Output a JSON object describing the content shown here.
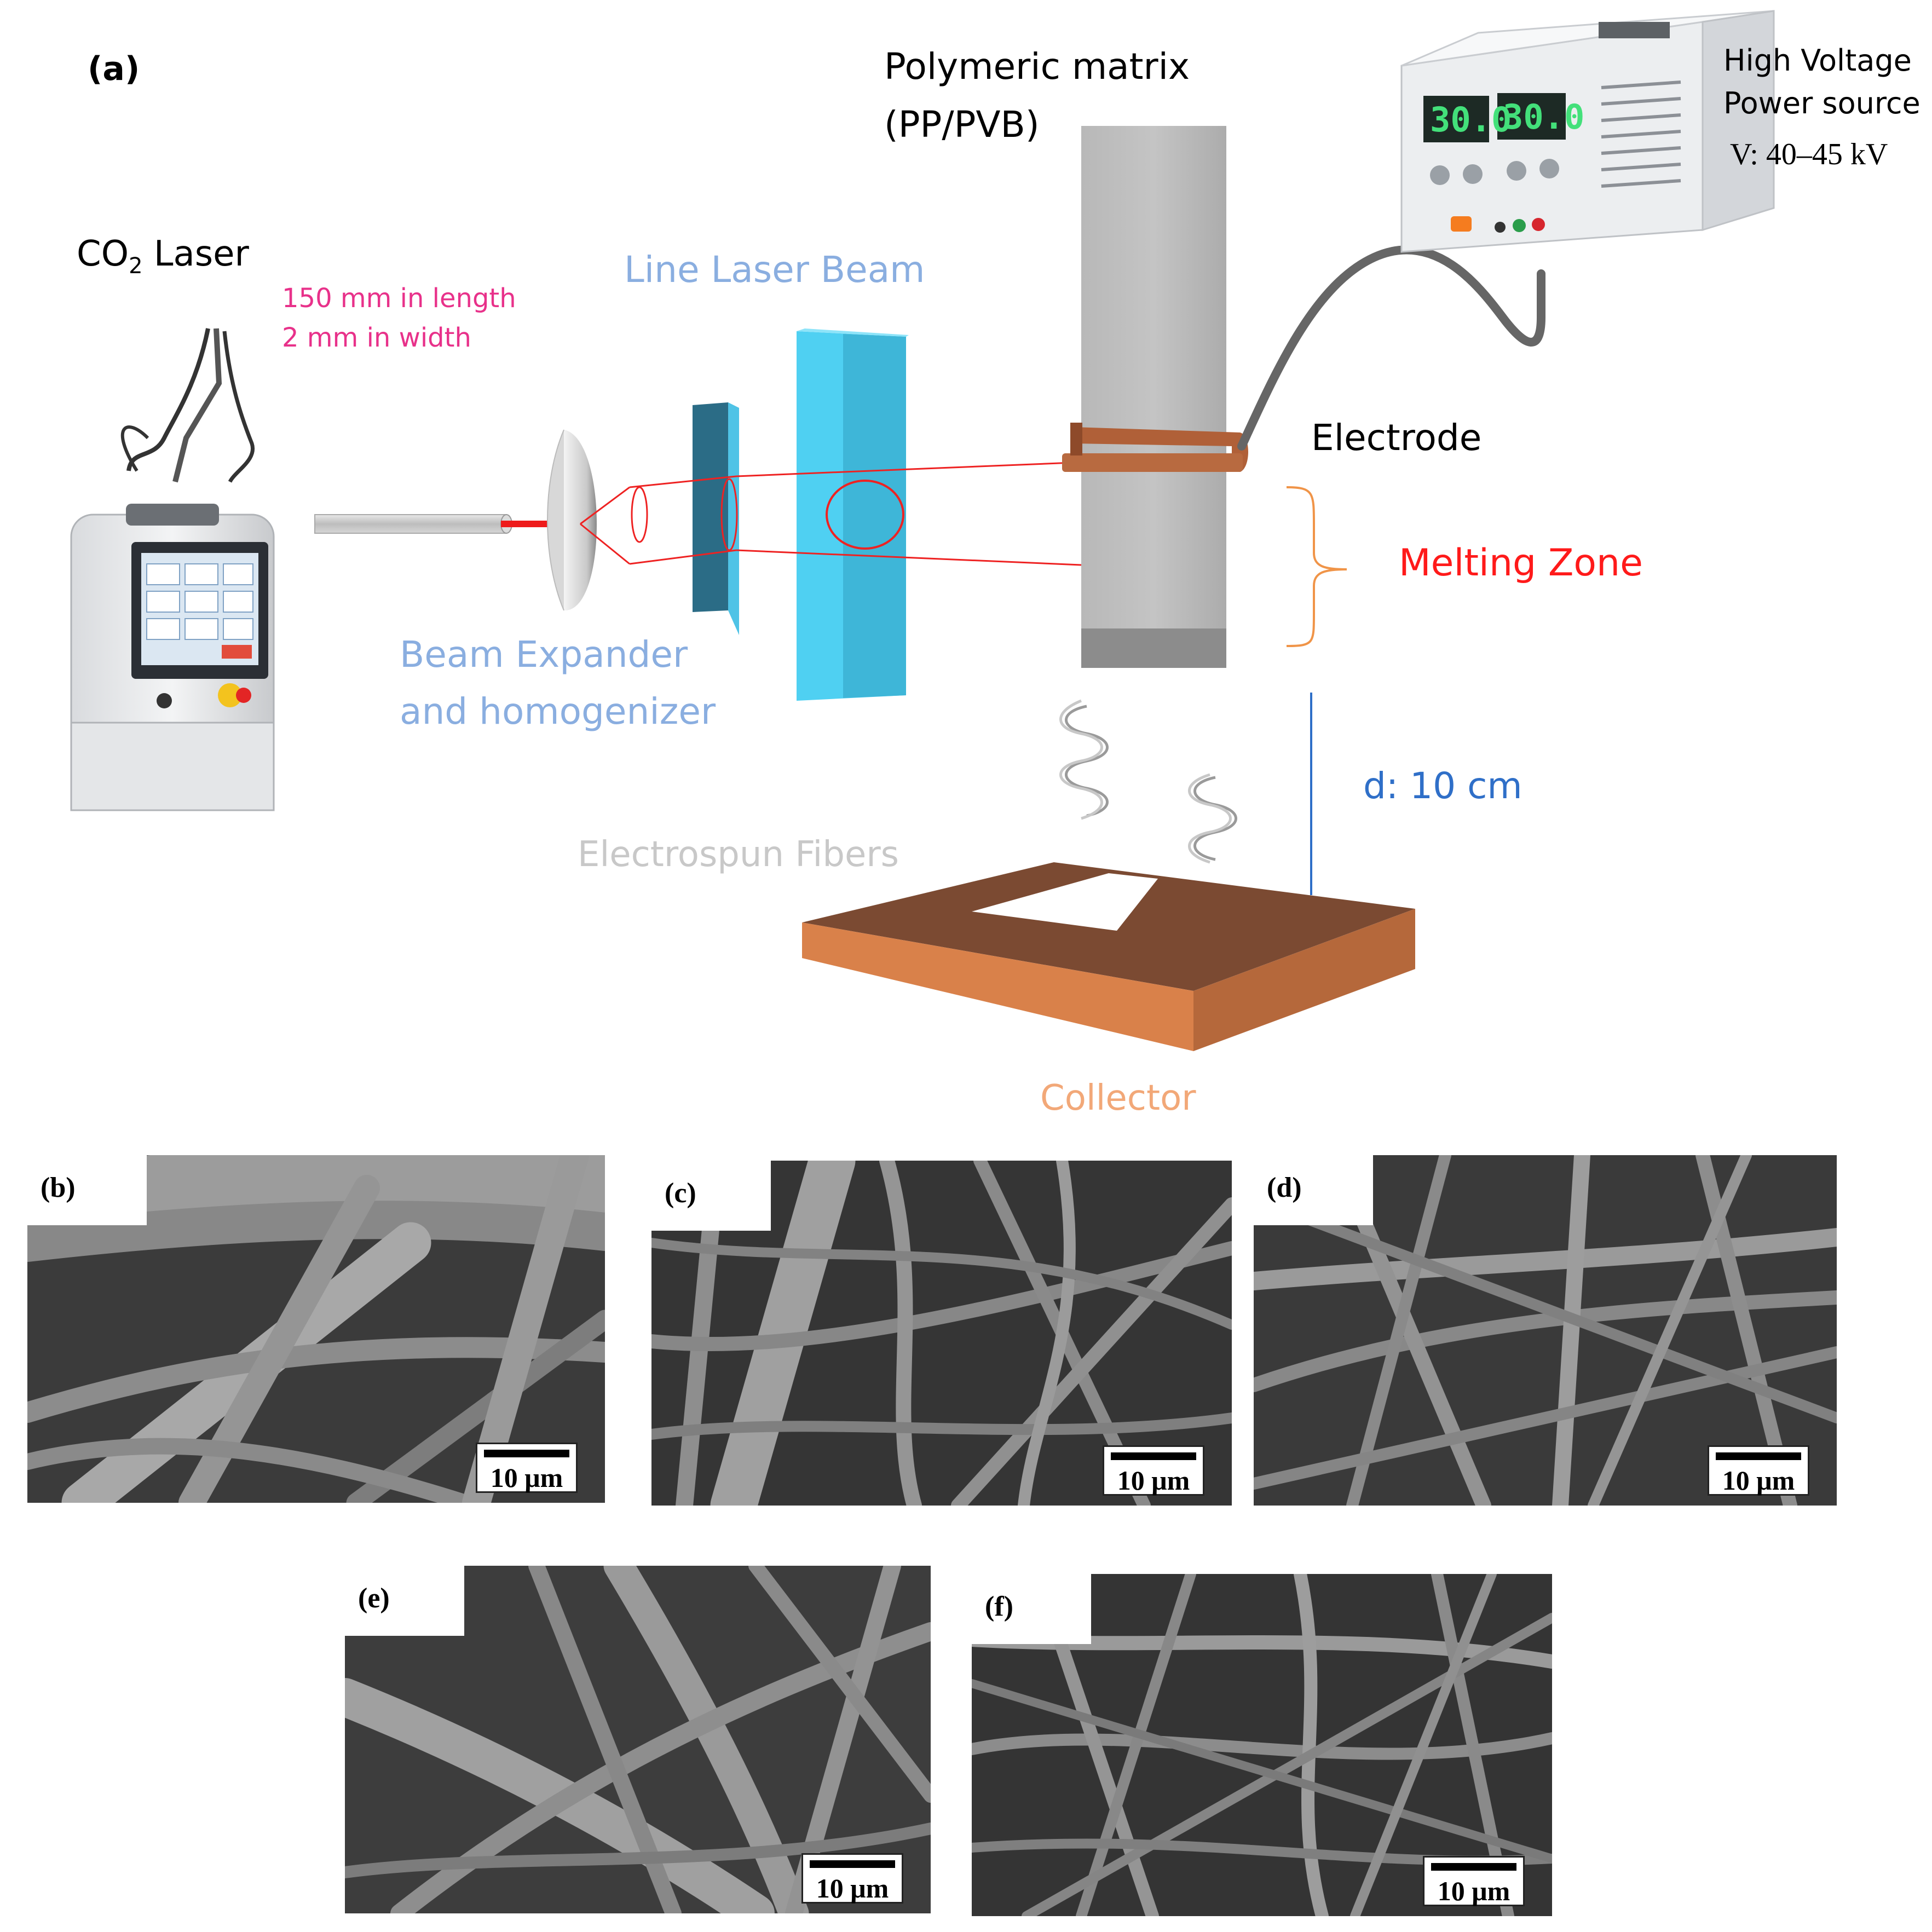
{
  "panel_a": {
    "tag": "(a)",
    "laser_label_main": "CO",
    "laser_label_sub": "2",
    "laser_label_end": " Laser",
    "beam_size_line1": "150 mm in length",
    "beam_size_line2": "2 mm in width",
    "line_beam_label": "Line Laser Beam",
    "expander_line1": "Beam Expander",
    "expander_line2": "and homogenizer",
    "matrix_line1": "Polymeric matrix",
    "matrix_line2": "(PP/PVB)",
    "psu_line1": "High Voltage",
    "psu_line2": "Power source",
    "psu_line3": "V: 40–45 kV",
    "psu_display_1": "30.0",
    "psu_display_2": "30.0",
    "electrode_label": "Electrode",
    "melting_label": "Melting Zone",
    "distance_label": "d: 10 cm",
    "fibers_label": "Electrospun Fibers",
    "collector_label": "Collector"
  },
  "sem_panels": [
    {
      "tag": "(b)",
      "scale": "10 μm"
    },
    {
      "tag": "(c)",
      "scale": "10 μm"
    },
    {
      "tag": "(d)",
      "scale": "10 μm"
    },
    {
      "tag": "(e)",
      "scale": "10 μm"
    },
    {
      "tag": "(f)",
      "scale": "10 μm"
    }
  ],
  "colors": {
    "beam_size": "#e8318a",
    "blue_labels": "#8aaee0",
    "melting": "#ff1a1a",
    "distance": "#2f6fc8",
    "collector": "#f2a878",
    "fibers_label": "#c8c8c8",
    "copper": "#b06038"
  }
}
